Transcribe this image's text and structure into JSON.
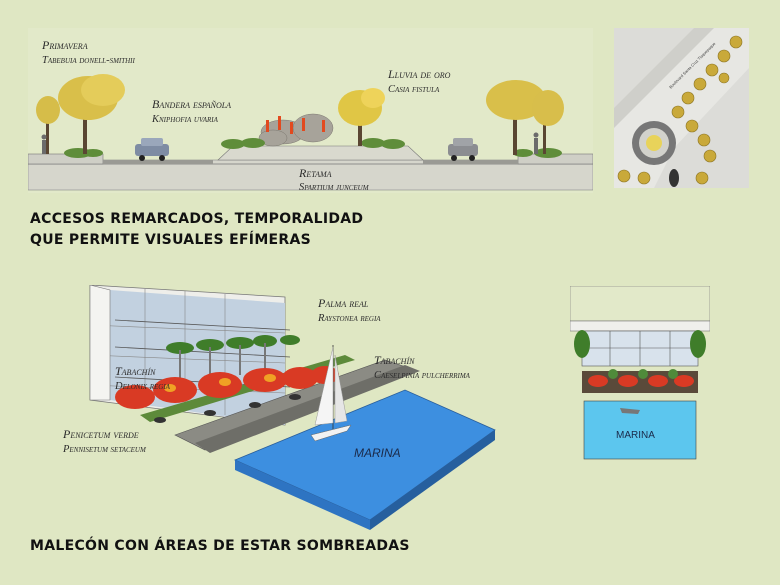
{
  "section1": {
    "heading_line1": "ACCESOS REMARCADOS, TEMPORALIDAD",
    "heading_line2": "QUE PERMITE VISUALES EFÍMERAS",
    "plants": [
      {
        "common": "Primavera",
        "scientific": "Tabebuia donell-smithii"
      },
      {
        "common": "Bandera española",
        "scientific": "Kniphofia uvaria"
      },
      {
        "common": "Lluvia de oro",
        "scientific": "Casia fistula"
      },
      {
        "common": "Retama",
        "scientific": "Spartium junceum"
      }
    ],
    "street_label": "Boulevard Santa Cruz Tlaquepaque"
  },
  "section2": {
    "heading": "MALECÓN CON ÁREAS DE ESTAR SOMBREADAS",
    "plants": [
      {
        "common": "Palma real",
        "scientific": "Raystonea regia"
      },
      {
        "common": "Tabachín",
        "scientific": "Delonix regia"
      },
      {
        "common": "Tabachín",
        "scientific": "Caeselpinia pulcherrima"
      },
      {
        "common": "Penicetum verde",
        "scientific": "Pennisetum setaceum"
      }
    ],
    "marina_label": "MARINA",
    "marina_label_small": "MARINA"
  },
  "colors": {
    "background": "#dfe7c3",
    "water": "#3d8fe0",
    "water_light": "#5cc6ee",
    "tree_yellow": "#e3c34a",
    "tree_red": "#d93a24"
  }
}
